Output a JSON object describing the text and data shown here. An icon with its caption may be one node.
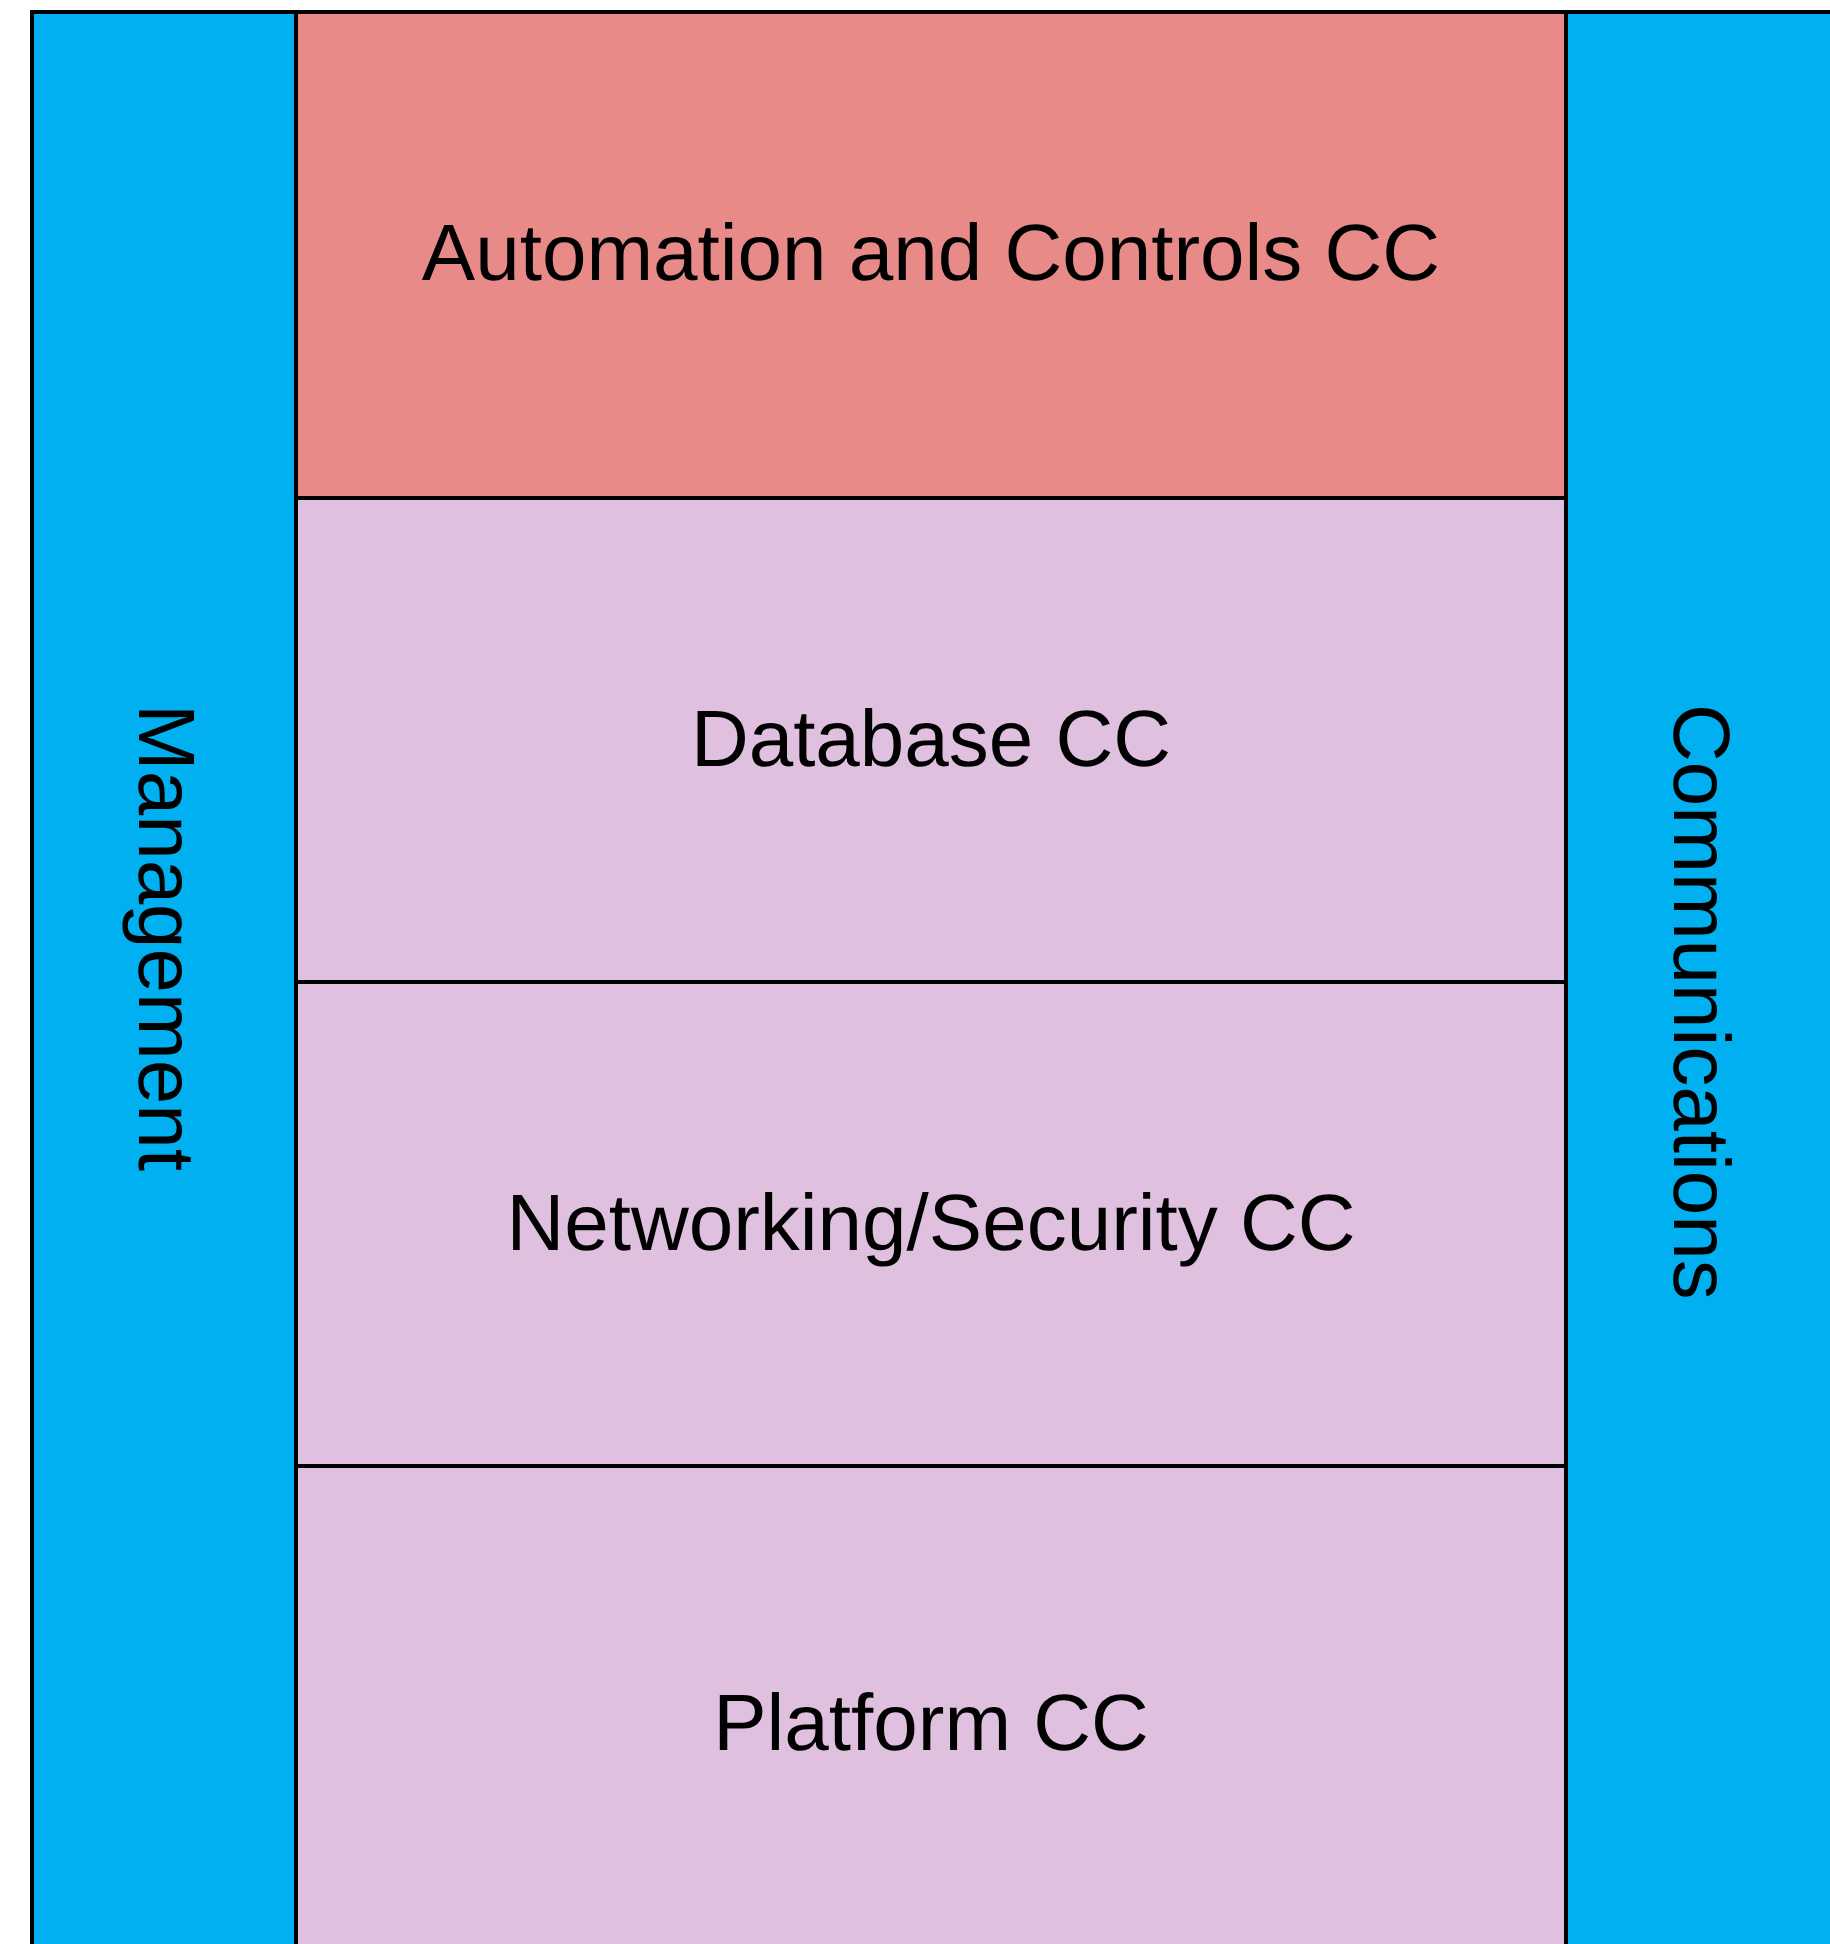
{
  "diagram": {
    "nodes": [
      {
        "text": [
          "Management"
        ]
      },
      {
        "text": [
          "Automation and Controls CC"
        ]
      },
      {
        "text": [
          "Database CC"
        ]
      },
      {
        "text": [
          "Networking/Security CC"
        ]
      },
      {
        "text": [
          "Platform CC"
        ]
      },
      {
        "text": [
          "Communications"
        ]
      }
    ]
  }
}
